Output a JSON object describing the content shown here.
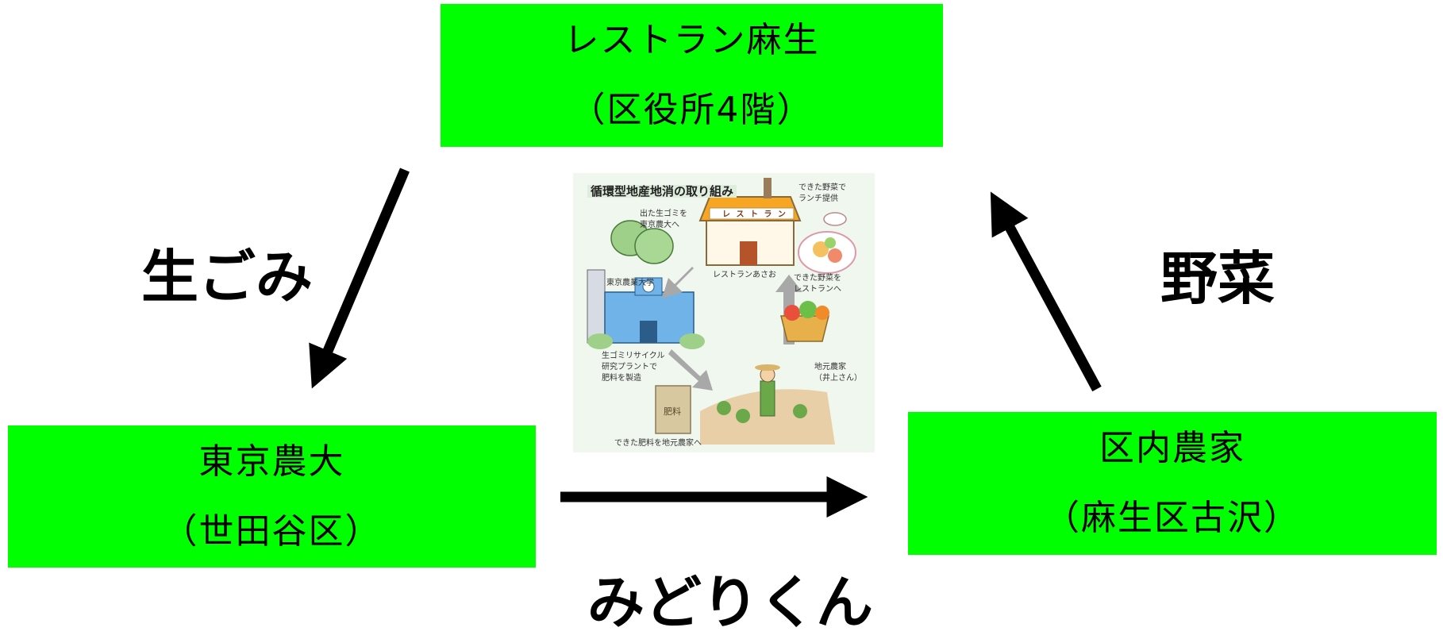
{
  "nodes": {
    "top": {
      "line1": "レストラン麻生",
      "line2": "（区役所4階）"
    },
    "left": {
      "line1": "東京農大",
      "line2": "（世田谷区）"
    },
    "right": {
      "line1": "区内農家",
      "line2": "（麻生区古沢）"
    }
  },
  "edges": {
    "top_to_left": "生ごみ",
    "right_to_top": "野菜",
    "left_to_right": "みどりくん"
  },
  "illustration": {
    "title": "循環型地産地消の取り組み",
    "sign": "レ ス ト ラ ン",
    "captions": {
      "garbage": "出た生ゴミを\n東京農大へ",
      "lunch": "できた野菜で\nランチ提供",
      "restaurant": "レストランあさお",
      "university": "東京農業大学",
      "veg_to_rest": "できた野菜を\nレストランへ",
      "plant": "生ゴミリサイクル\n研究プラントで\n肥料を製造",
      "farmer": "地元農家\n（井上さん）",
      "fertilizer_bag": "肥料",
      "fertilizer_out": "できた肥料を地元農家へ"
    }
  },
  "colors": {
    "node_fill": "#00ff00",
    "arrow": "#000000"
  }
}
